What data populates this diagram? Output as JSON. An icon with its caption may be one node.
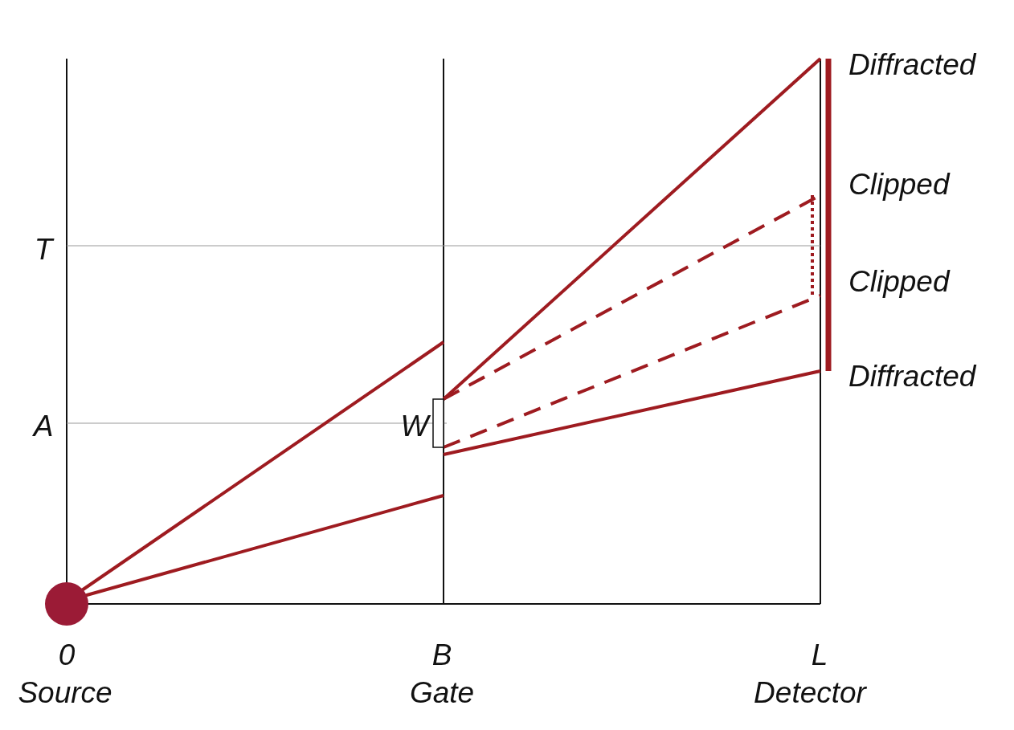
{
  "diagram": {
    "labels": [
      "Diffracted",
      "Clipped",
      "T",
      "Clipped",
      "Diffracted",
      "A",
      "W",
      "0",
      "B",
      "L",
      "Source",
      "Gate",
      "Detector"
    ]
  }
}
